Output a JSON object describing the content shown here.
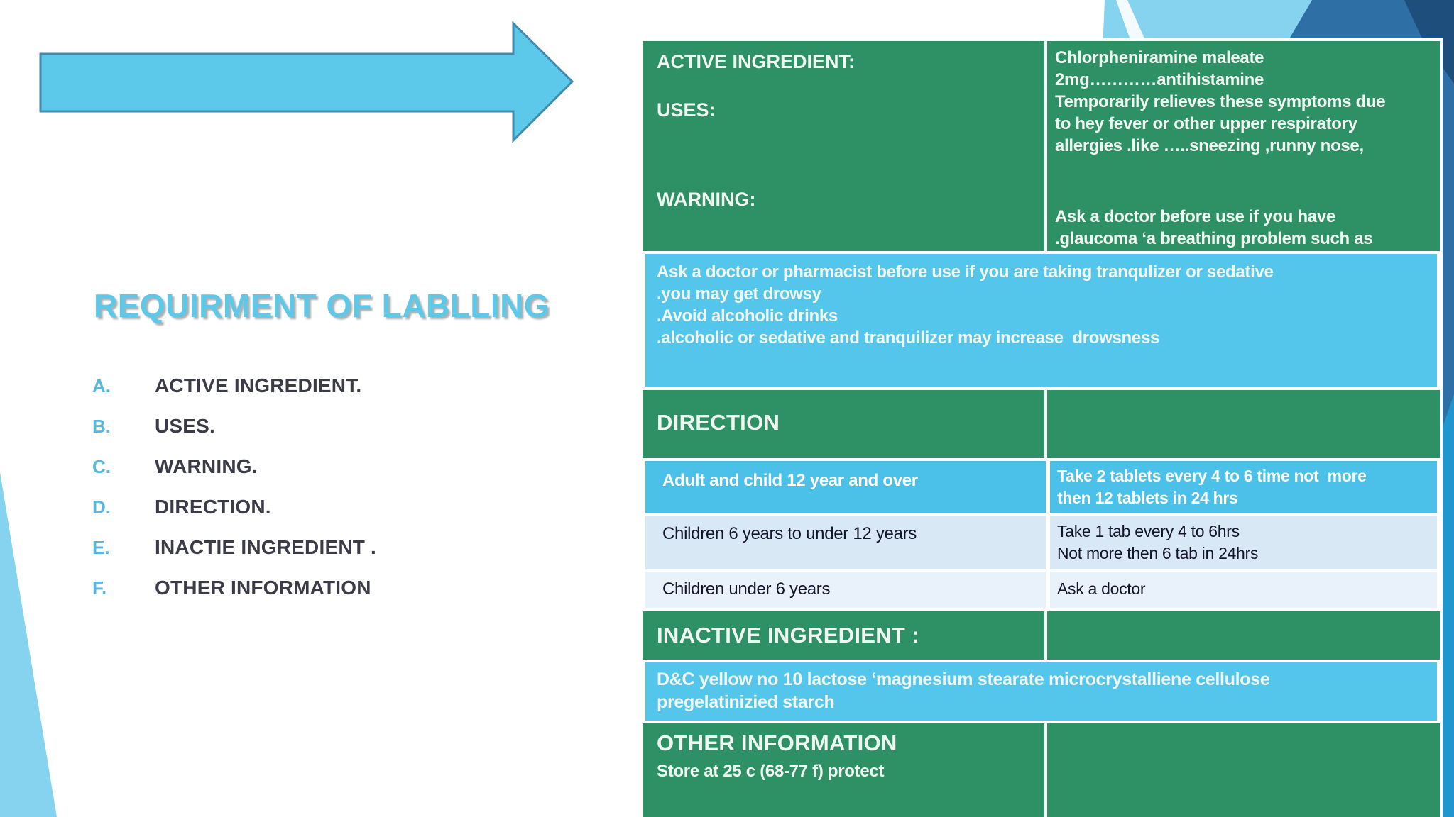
{
  "slide": {
    "title": "REQUIRMENT OF LABLLING",
    "agenda": [
      {
        "letter": "A.",
        "label": "ACTIVE INGREDIENT."
      },
      {
        "letter": "B.",
        "label": "USES."
      },
      {
        "letter": "C.",
        "label": "WARNING."
      },
      {
        "letter": "D.",
        "label": "DIRECTION."
      },
      {
        "letter": "E.",
        "label": "INACTIE INGREDIENT ."
      },
      {
        "letter": "F.",
        "label": "OTHER INFORMATION"
      }
    ]
  },
  "label_table": {
    "active_header": "ACTIVE INGREDIENT:",
    "uses_header": "USES:",
    "warning_header": "WARNING:",
    "active_uses_lines": [
      "Chlorpheniramine maleate",
      "2mg…………antihistamine",
      "Temporarily relieves these symptoms due",
      "to hey fever or other upper respiratory",
      "allergies .like …..sneezing ,runny nose,"
    ],
    "warning_doctor_lines": [
      "Ask a doctor before use if you have",
      ".glaucoma ‘a breathing problem such as"
    ],
    "warning_box_lines": [
      "Ask a doctor or pharmacist before use if you are taking tranqulizer or sedative",
      ".you may get drowsy",
      ".Avoid alcoholic drinks",
      ".alcoholic or sedative and tranquilizer may increase  drowsness"
    ],
    "direction_header": "DIRECTION",
    "direction_rows": [
      {
        "group": "Adult and child 12 year and over",
        "dose_lines": [
          "Take 2 tablets every 4 to 6 time not  more",
          "then 12 tablets in 24 hrs"
        ]
      },
      {
        "group": "Children 6 years to under 12 years",
        "dose_lines": [
          "Take 1 tab every 4 to 6hrs",
          "Not more then 6 tab in 24hrs"
        ]
      },
      {
        "group": "Children under 6 years",
        "dose_lines": [
          "Ask a doctor"
        ]
      }
    ],
    "inactive_header": "INACTIVE INGREDIENT :",
    "inactive_box_lines": [
      "D&C yellow no 10 lactose ‘magnesium stearate microcrystalliene cellulose",
      "pregelatinizied starch"
    ],
    "other_header": "OTHER INFORMATION",
    "other_storage_line": "Store at 25 c (68-77 f) protect"
  },
  "colors": {
    "table_green": "#2E9166",
    "highlight_sky_blue": "#55C6EB",
    "row_blue": "#4BC0E8",
    "row_light": "#D8E8F5",
    "row_lighter": "#E9F2FA",
    "title_blue": "#5EC8E9",
    "corner_steel_blue": "#2E6FA6",
    "corner_navy": "#1D4E7C",
    "corner_cyan": "#1F97CE",
    "corner_light_blue": "#86D3EF"
  }
}
